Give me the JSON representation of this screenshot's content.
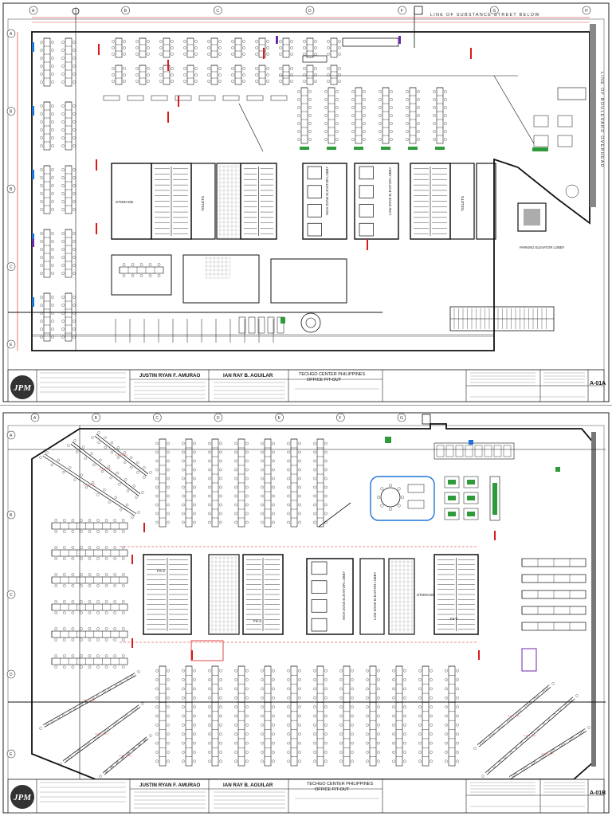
{
  "firm": {
    "logo_text": "JPM"
  },
  "sheet_a": {
    "designer": "JUSTIN RYAN F. AMURAO",
    "checker": "IAN RAY B. AGUILAR",
    "project_line1": "TECHGO CENTER PHILIPPINES",
    "project_line2": "OFFICE FIT-OUT",
    "sheet_number": "A-01A",
    "street_top": "LINE OF SUBSTANCE STREET BELOW",
    "street_side": "LINE OF BOULEVARD OVERHEAD",
    "rooms": {
      "storage": "STORAGE",
      "toilets": "TOILETS",
      "high_zone": "HIGH ZONE ELEVATOR LOBBY",
      "low_zone": "LOW ZONE ELEVATOR LOBBY",
      "parking": "PARKING ELEVATOR LOBBY"
    },
    "grid_cols": [
      "A",
      "B",
      "C",
      "D",
      "F",
      "G",
      "H"
    ],
    "grid_rows": [
      "A",
      "B",
      "B",
      "C",
      "E"
    ]
  },
  "sheet_b": {
    "designer": "JUSTIN RYAN F. AMURAO",
    "checker": "IAN RAY B. AGUILAR",
    "project_line1": "TECHGO CENTER PHILIPPINES",
    "project_line2": "OFFICE FIT-OUT",
    "sheet_number": "A-01B",
    "rooms": {
      "fs2": "FS-2",
      "fs1": "FS-1",
      "storage": "STORAGE",
      "high_zone": "HIGH ZONE ELEVATOR LOBBY",
      "low_zone": "LOW ZONE ELEVATOR LOBBY"
    },
    "grid_cols": [
      "A",
      "B",
      "C",
      "D",
      "E",
      "F",
      "G"
    ],
    "grid_rows": [
      "A",
      "B",
      "C",
      "D",
      "E"
    ]
  },
  "colors": {
    "red_accent": "#d81b1b",
    "blue_accent": "#1e73d8",
    "green_accent": "#2e9b3a",
    "purple_accent": "#6b2aa8",
    "line": "#1a1a1a"
  }
}
